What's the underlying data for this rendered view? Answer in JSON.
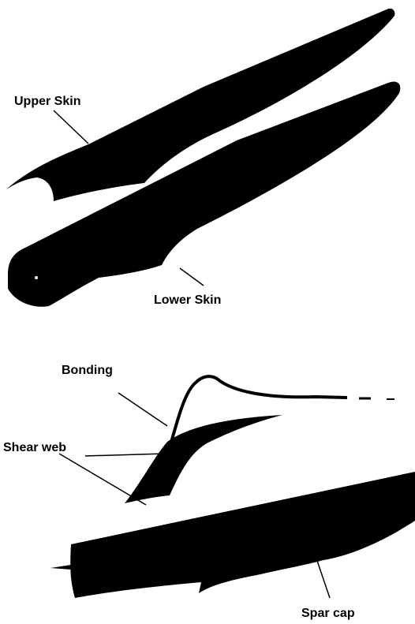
{
  "labels": {
    "upper_skin": "Upper Skin",
    "lower_skin": "Lower Skin",
    "bonding": "Bonding",
    "shear_web": "Shear web",
    "spar_cap": "Spar cap"
  },
  "colors": {
    "background": "#ffffff",
    "part_fill": "#000000",
    "leader_line": "#000000"
  }
}
